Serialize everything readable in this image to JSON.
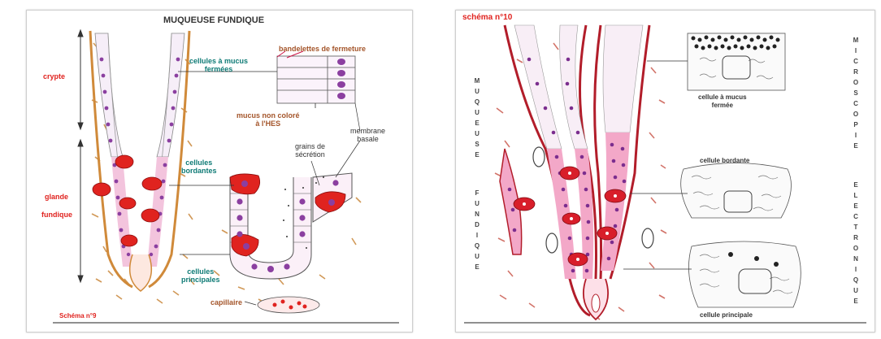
{
  "left_diagram": {
    "title": "MUQUEUSE FUNDIQUE",
    "crypte": "crypte",
    "glande": "glande",
    "fundique": "fundique",
    "cellules_mucus": [
      "cellules à mucus",
      "fermées"
    ],
    "bandelettes": "bandelettes de fermeture",
    "mucus_non_colore": [
      "mucus non coloré",
      "à l'HES"
    ],
    "membrane": [
      "membrane",
      "basale"
    ],
    "grains": [
      "grains de",
      "sécrétion"
    ],
    "cellules_bordantes": [
      "cellules",
      "bordantes"
    ],
    "cellules_principales": [
      "cellules",
      "principales"
    ],
    "capillaire": "capillaire",
    "schema": "Schéma n°9"
  },
  "right_diagram": {
    "schema": "schéma n°10",
    "muqueuse_letters": [
      "M",
      "U",
      "Q",
      "U",
      "E",
      "U",
      "S",
      "E"
    ],
    "fundique_letters": [
      "F",
      "U",
      "N",
      "D",
      "I",
      "Q",
      "U",
      "E"
    ],
    "microscopie_letters": [
      "M",
      "I",
      "C",
      "R",
      "O",
      "S",
      "C",
      "O",
      "P",
      "I",
      "E"
    ],
    "electronique_letters": [
      "E",
      "L",
      "E",
      "C",
      "T",
      "R",
      "O",
      "N",
      "I",
      "Q",
      "U",
      "E"
    ],
    "cellule_mucus": [
      "cellule à mucus",
      "fermée"
    ],
    "cellule_bordante": "cellule bordante",
    "cellule_principale": "cellule principale"
  },
  "colors": {
    "accent_red": "#e0231f",
    "teal_label": "#0f7b76",
    "brown_label": "#a4552a",
    "pink_tissue": "#f3a8c8",
    "cell_purple": "#7b2d8e"
  }
}
